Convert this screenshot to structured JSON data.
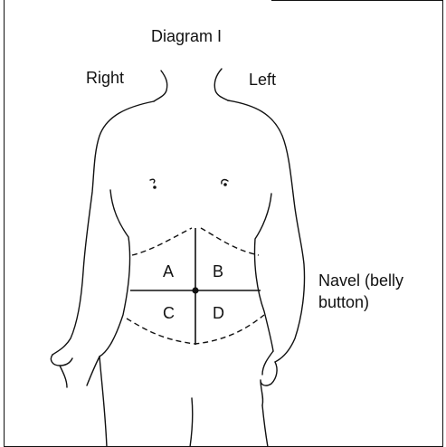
{
  "diagram": {
    "title": "Diagram I",
    "side_right": "Right",
    "side_left": "Left",
    "navel_label_line1": "Navel (belly",
    "navel_label_line2": "button)",
    "quadrants": [
      "A",
      "B",
      "C",
      "D"
    ]
  }
}
